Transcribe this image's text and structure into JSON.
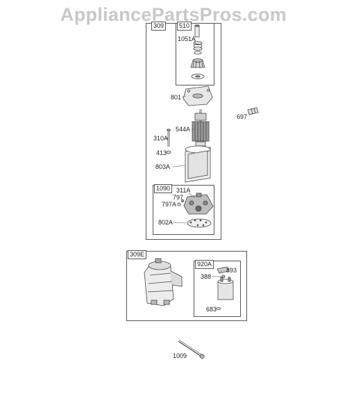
{
  "watermark": "AppliancePartsPros.com",
  "boxes": {
    "b309": "309",
    "b510": "510",
    "b1090": "1090",
    "b309e": "309E",
    "b920a": "920A"
  },
  "parts": {
    "p1051a": "1051A",
    "p801": "801",
    "p697": "697",
    "p544a": "544A",
    "p310a": "310A",
    "p413": "413",
    "p803a": "803A",
    "p311a": "311A",
    "p797": "797",
    "p797a": "797A",
    "p802a": "802A",
    "p893": "893",
    "p388": "388",
    "p683": "683",
    "p1009": "1009"
  }
}
